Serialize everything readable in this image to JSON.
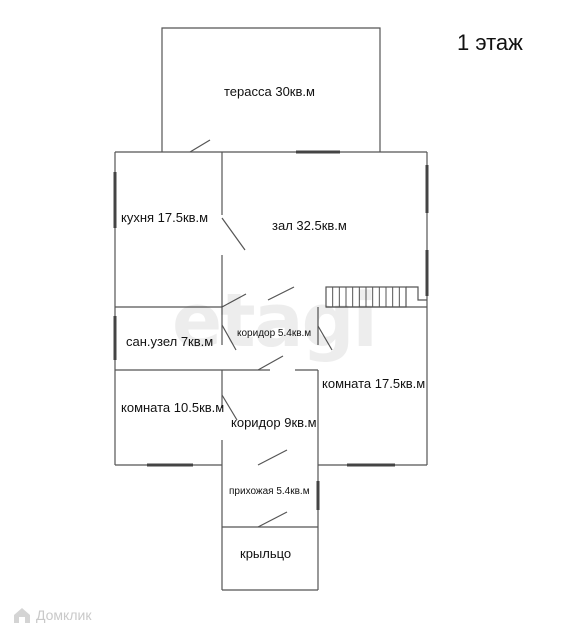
{
  "title": "1 этаж",
  "rooms": {
    "terrace": "терасса 30кв.м",
    "kitchen": "кухня 17.5кв.м",
    "hall": "зал 32.5кв.м",
    "corridor_small": "коридор 5.4кв.м",
    "bathroom": "сан.узел 7кв.м",
    "room_right": "комната 17.5кв.м",
    "room_left": "комната 10.5кв.м",
    "corridor": "коридор 9кв.м",
    "entry_hall": "прихожая 5.4кв.м",
    "porch": "крыльцо"
  },
  "watermark": "etagi",
  "brand": "Домклик",
  "colors": {
    "wall": "#555555",
    "window": "#444444",
    "watermark": "#ececec",
    "brand": "#c9c9c9"
  }
}
